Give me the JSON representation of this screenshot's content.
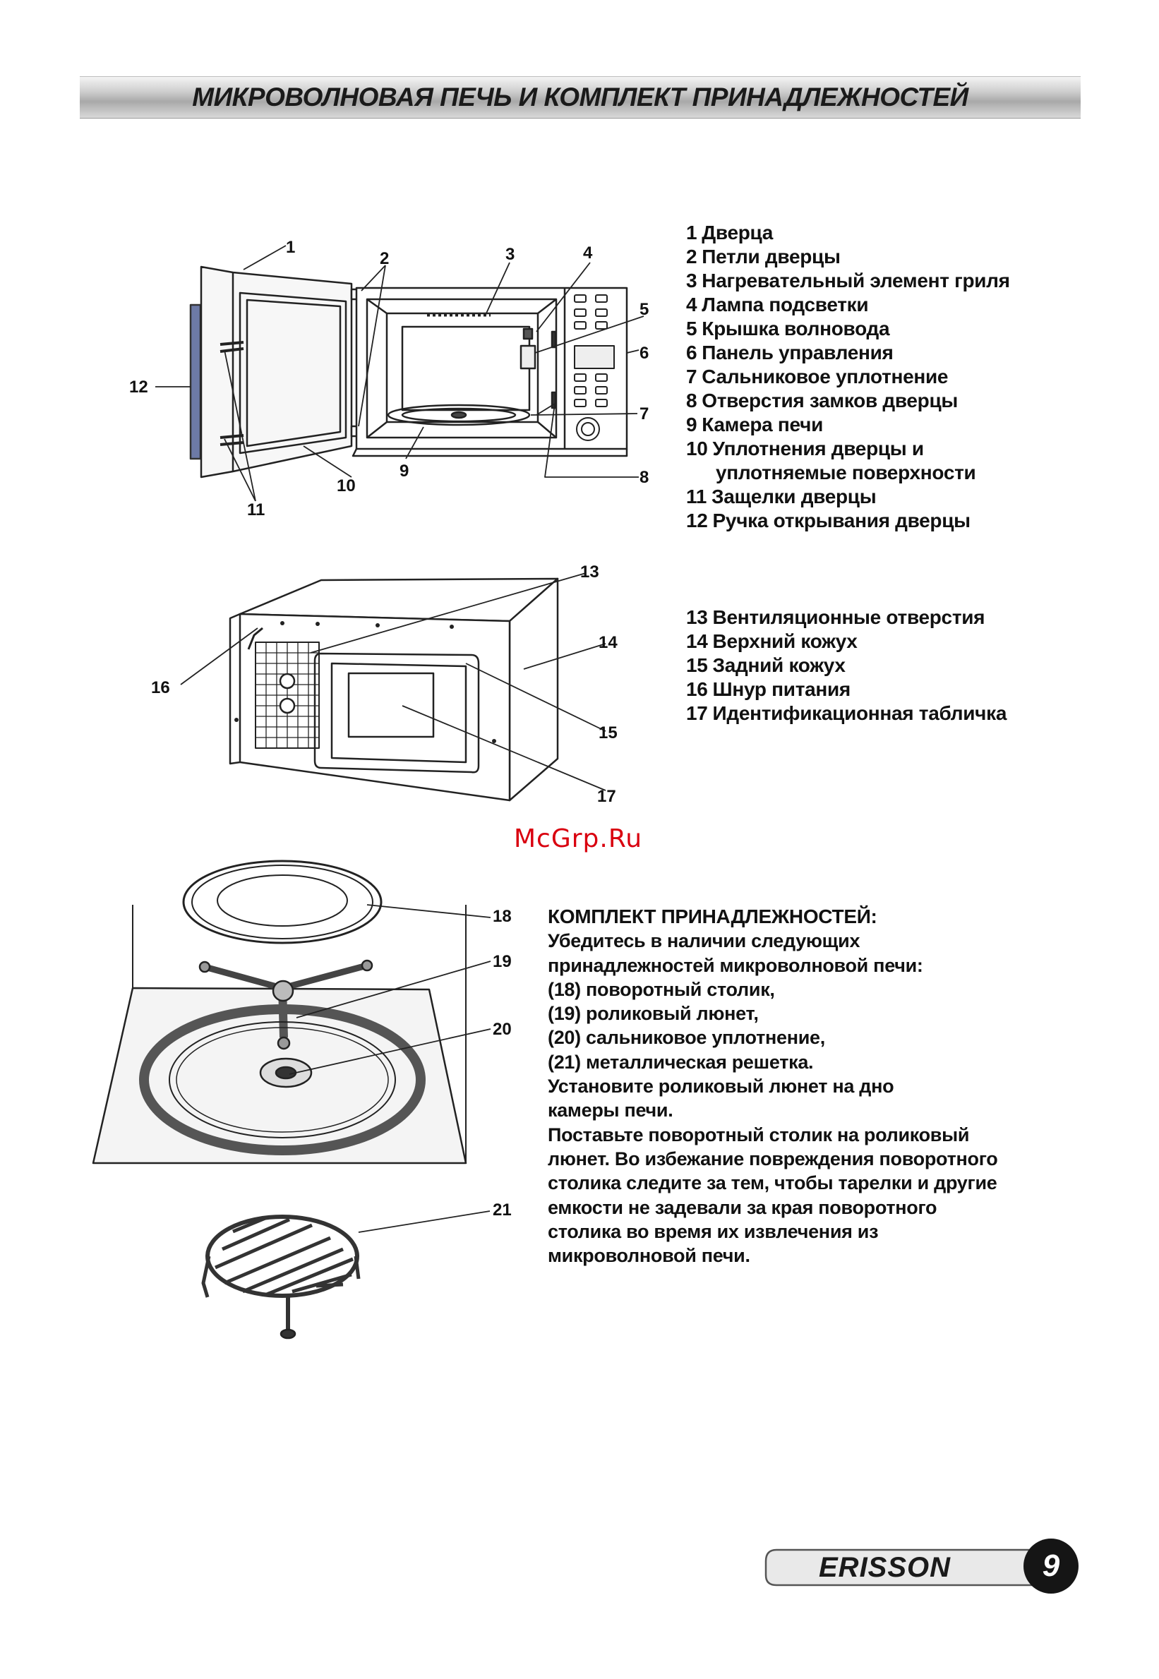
{
  "header": {
    "title": "МИКРОВОЛНОВАЯ ПЕЧЬ И КОМПЛЕКТ ПРИНАДЛЕЖНОСТЕЙ"
  },
  "parts_front": [
    {
      "num": "1",
      "label": "Дверца"
    },
    {
      "num": "2",
      "label": "Петли дверцы"
    },
    {
      "num": "3",
      "label": "Нагревательный элемент гриля"
    },
    {
      "num": "4",
      "label": "Лампа подсветки"
    },
    {
      "num": "5",
      "label": "Крышка волновода"
    },
    {
      "num": "6",
      "label": "Панель управления"
    },
    {
      "num": "7",
      "label": "Сальниковое уплотнение"
    },
    {
      "num": "8",
      "label": "Отверстия замков дверцы"
    },
    {
      "num": "9",
      "label": "Камера печи"
    },
    {
      "num": "10",
      "label": "Уплотнения дверцы и",
      "cont": "уплотняемые поверхности"
    },
    {
      "num": "11",
      "label": "Защелки дверцы"
    },
    {
      "num": "12",
      "label": "Ручка открывания дверцы"
    }
  ],
  "parts_back": [
    {
      "num": "13",
      "label": "Вентиляционные отверстия"
    },
    {
      "num": "14",
      "label": "Верхний кожух"
    },
    {
      "num": "15",
      "label": "Задний кожух"
    },
    {
      "num": "16",
      "label": "Шнур питания"
    },
    {
      "num": "17",
      "label": "Идентификационная табличка"
    }
  ],
  "accessories": {
    "heading": "КОМПЛЕКТ ПРИНАДЛЕЖНОСТЕЙ:",
    "lines": [
      "Убедитесь в наличии следующих",
      "принадлежностей микроволновой печи:",
      "(18) поворотный столик,",
      "(19) роликовый люнет,",
      "(20) сальниковое уплотнение,",
      "(21) металлическая решетка.",
      "Установите роликовый люнет на дно",
      "камеры печи.",
      "Поставьте поворотный столик на роликовый",
      "люнет. Во избежание повреждения поворотного",
      "столика следите за тем, чтобы тарелки и другие",
      "емкости не задевали за края поворотного",
      "столика во время их извлечения из",
      "микроволновой печи."
    ]
  },
  "diagram_labels": {
    "d1": [
      "1",
      "2",
      "3",
      "4",
      "5",
      "6",
      "7",
      "8",
      "9",
      "10",
      "11",
      "12"
    ],
    "d2": [
      "13",
      "14",
      "15",
      "16",
      "17"
    ],
    "d3": [
      "18",
      "19",
      "20",
      "21"
    ]
  },
  "watermark": "McGrp.Ru",
  "footer": {
    "brand": "ERISSON",
    "page": "9"
  }
}
